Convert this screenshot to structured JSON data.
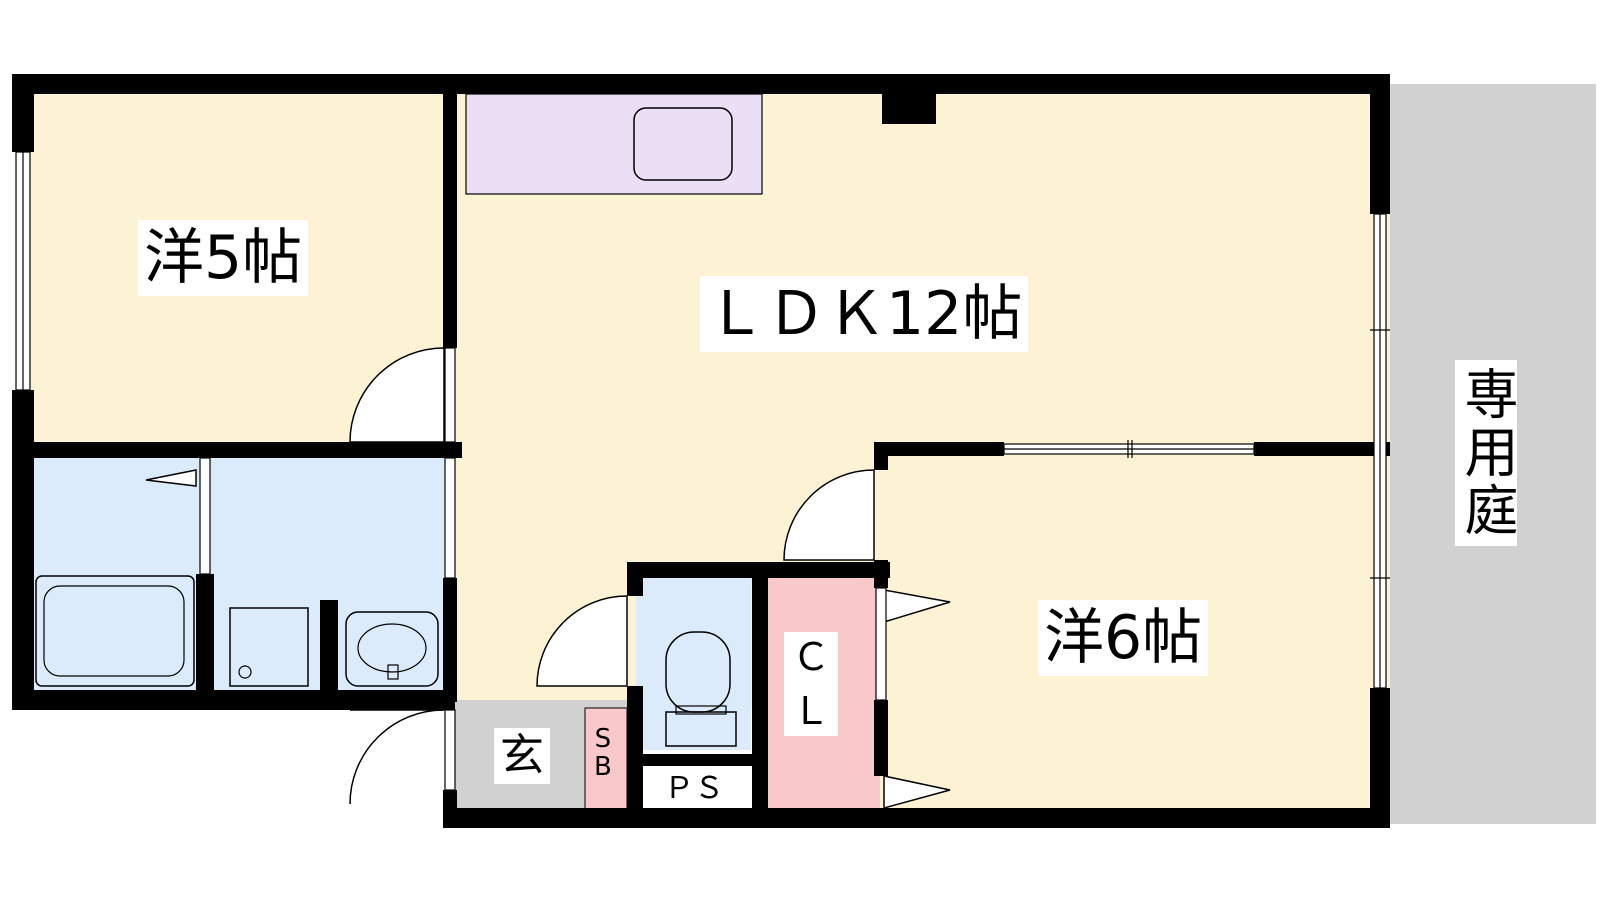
{
  "rooms": {
    "western_room_1": "洋5帖",
    "ldk": "ＬＤＫ12帖",
    "western_room_2": "洋6帖",
    "closet_c": "Ｃ",
    "closet_l": "Ｌ",
    "entrance": "玄",
    "shoe_box_s": "S",
    "shoe_box_b": "B",
    "pipe_space": "ＰＳ",
    "private_garden": "専用庭"
  },
  "colors": {
    "living_floor": "#fdf3d4",
    "wet_area": "#dcebfb",
    "kitchen": "#ebdff5",
    "closet": "#f9c9c9",
    "entrance": "#d1d1d1",
    "garden": "#d1d1d1",
    "wall": "#000000"
  },
  "icons": [
    "kitchen-sink-icon",
    "bathtub-icon",
    "washing-machine-icon",
    "washbasin-icon",
    "toilet-icon",
    "door-swing-icon",
    "sliding-door-icon",
    "window-icon"
  ]
}
